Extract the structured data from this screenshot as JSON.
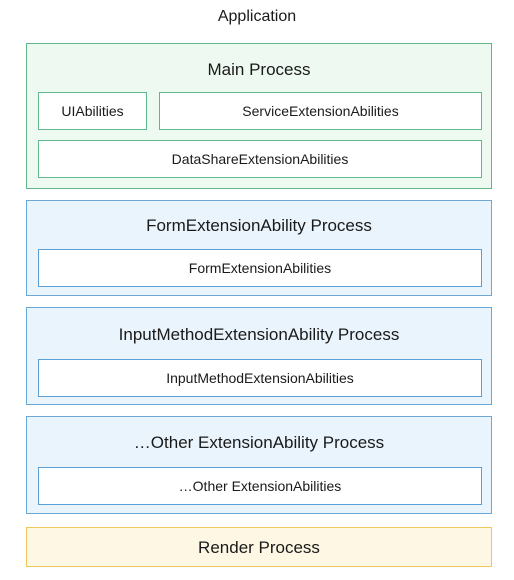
{
  "application": {
    "title": "Application"
  },
  "main_process": {
    "title": "Main Process",
    "abilities": [
      "UIAbilities",
      "ServiceExtensionAbilities",
      "DataShareExtensionAbilities"
    ]
  },
  "form_process": {
    "title": "FormExtensionAbility Process",
    "ability": "FormExtensionAbilities"
  },
  "input_method_process": {
    "title": "InputMethodExtensionAbility Process",
    "ability": "InputMethodExtensionAbilities"
  },
  "other_process": {
    "title": "…Other ExtensionAbility Process",
    "ability": "…Other ExtensionAbilities"
  },
  "render_process": {
    "title": "Render Process"
  },
  "colors": {
    "main_border": "#5fb88a",
    "main_fill": "#eef9f1",
    "extension_border": "#6aa8d8",
    "extension_fill": "#eaf4fc",
    "render_border": "#f0c75a",
    "render_fill": "#fdf7e4"
  }
}
